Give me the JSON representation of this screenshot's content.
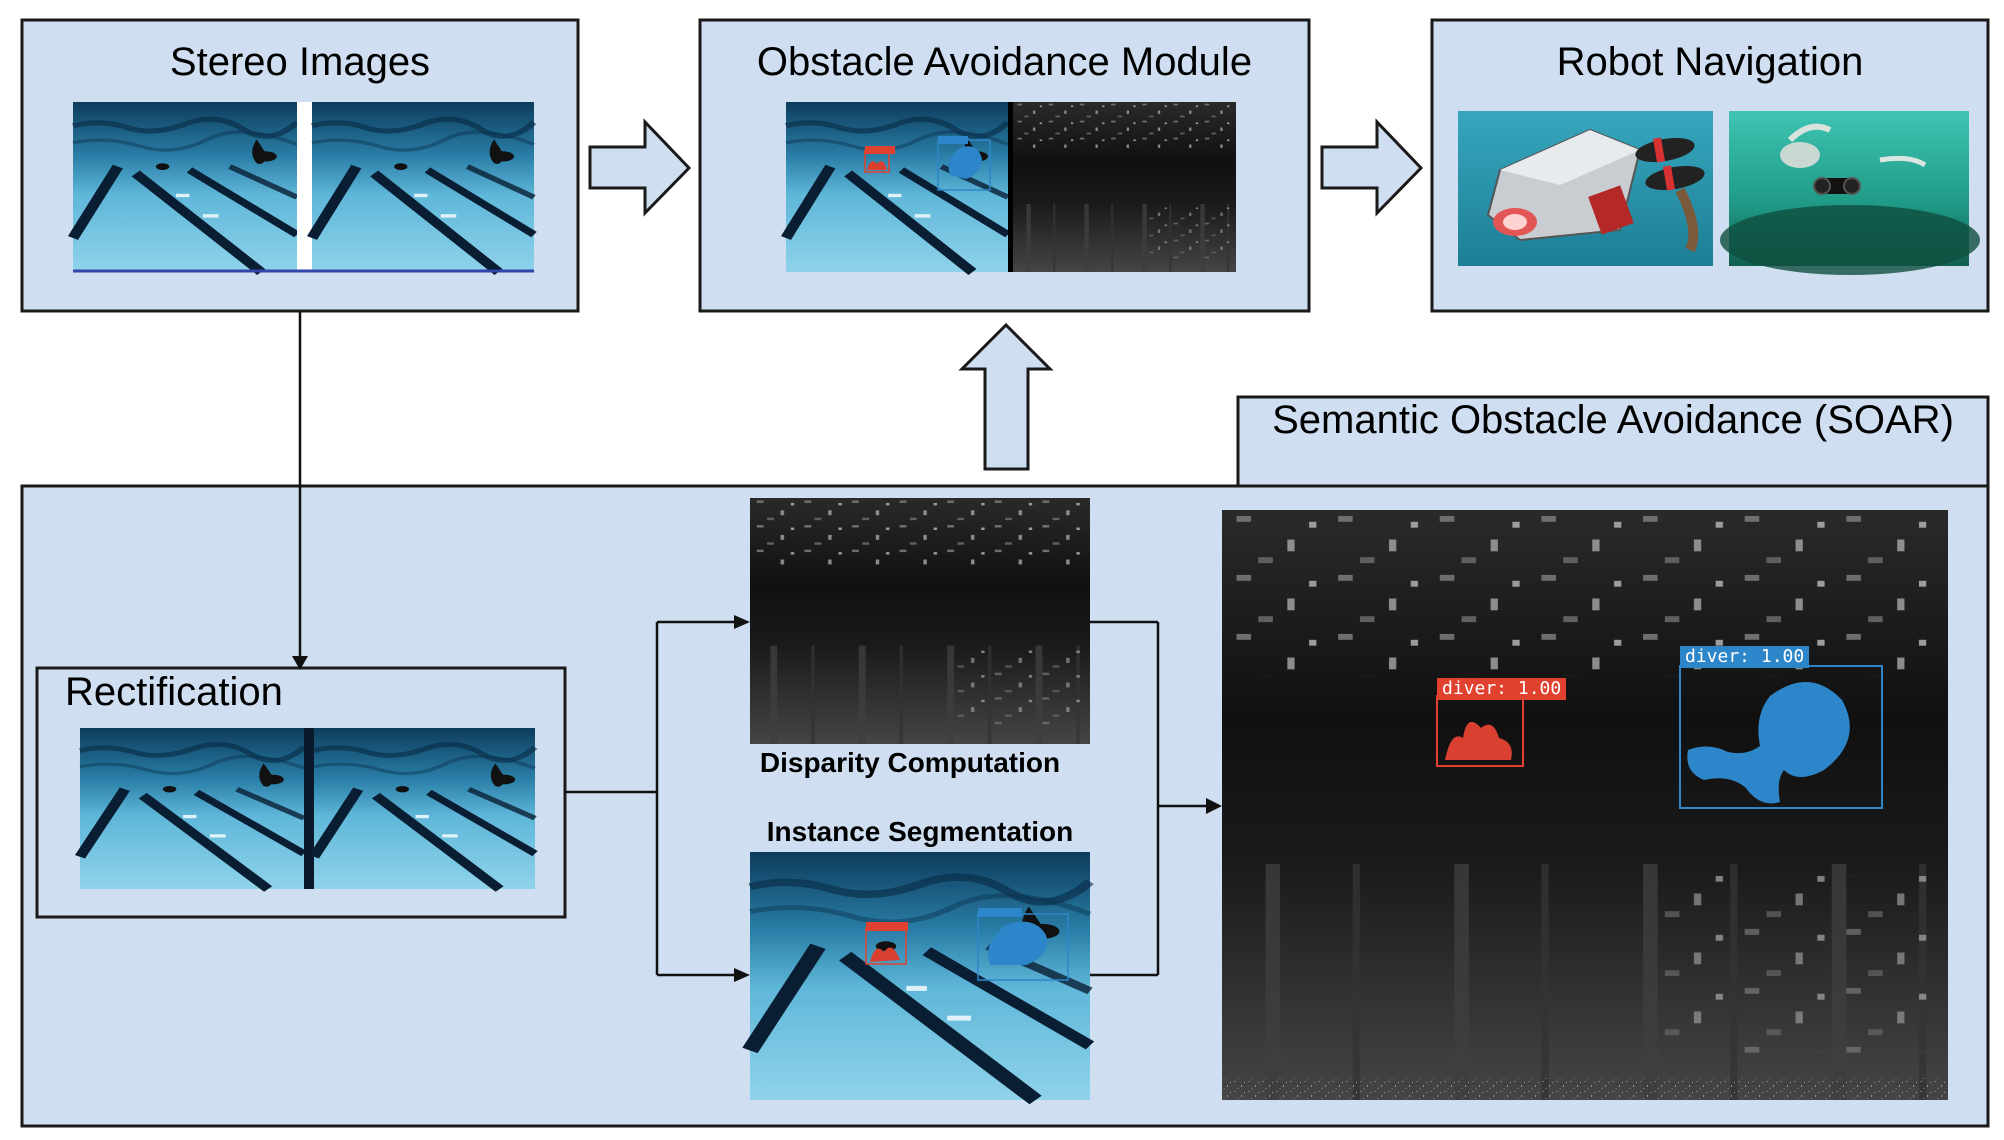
{
  "colors": {
    "panel_fill": "#cfdff1",
    "border": "#1a1a1a",
    "pool_water": "#4aa3c8",
    "depth_dark": "#141414",
    "mask_red": "#e0422f",
    "mask_blue": "#2d86c9"
  },
  "boxes": {
    "stereo_images": "Stereo Images",
    "obstacle_avoidance": "Obstacle Avoidance Module",
    "robot_navigation": "Robot Navigation",
    "soar": "Semantic Obstacle Avoidance (SOAR)",
    "rectification": "Rectification"
  },
  "captions": {
    "disparity": "Disparity Computation",
    "segmentation": "Instance Segmentation"
  },
  "detections": {
    "red_label": "diver: 1.00",
    "blue_label": "diver: 1.00"
  }
}
